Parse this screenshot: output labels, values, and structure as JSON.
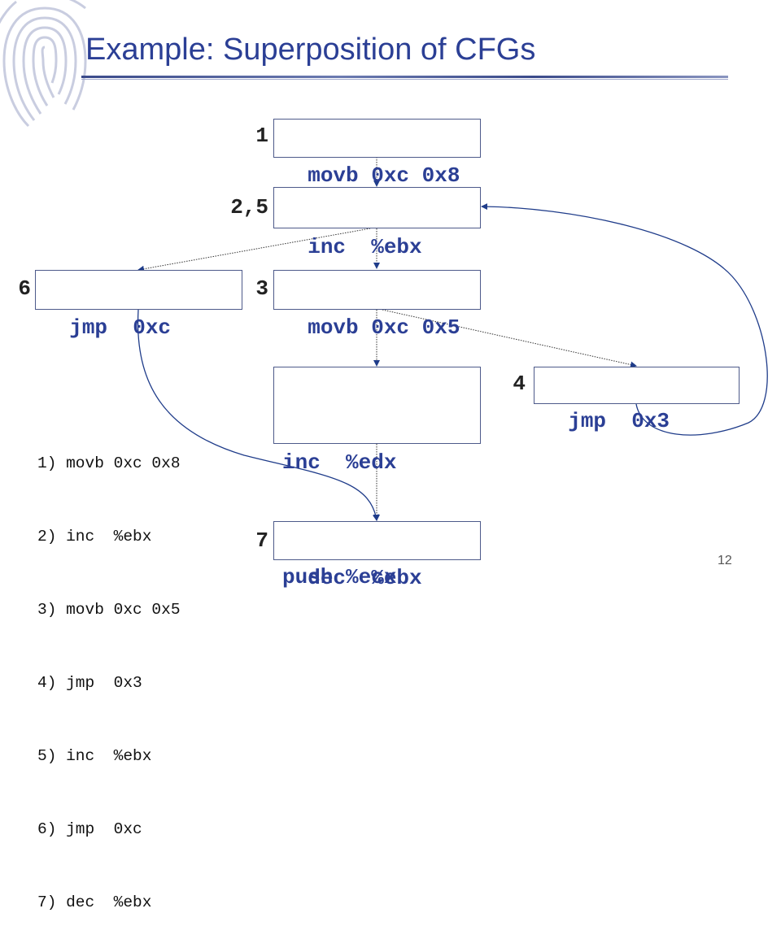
{
  "slide": {
    "title": "Example: Superposition of CFGs",
    "page_number": "12"
  },
  "nodes": [
    {
      "id": "n1",
      "label": "1",
      "code": "movb 0xc 0x8"
    },
    {
      "id": "n25",
      "label": "2,5",
      "code": "inc  %ebx"
    },
    {
      "id": "n6",
      "label": "6",
      "code": "jmp  0xc"
    },
    {
      "id": "n3",
      "label": "3",
      "code": "movb 0xc 0x5"
    },
    {
      "id": "n4",
      "label": "4",
      "code": "jmp  0x3"
    },
    {
      "id": "nmid",
      "label": "",
      "code_lines": [
        "inc  %edx",
        "push %ecx"
      ]
    },
    {
      "id": "n7",
      "label": "7",
      "code": "dec  %ebx"
    }
  ],
  "listing": [
    "1) movb 0xc 0x8",
    "2) inc  %ebx",
    "3) movb 0xc 0x5",
    "4) jmp  0x3",
    "5) inc  %ebx",
    "6) jmp  0xc",
    "7) dec  %ebx"
  ]
}
